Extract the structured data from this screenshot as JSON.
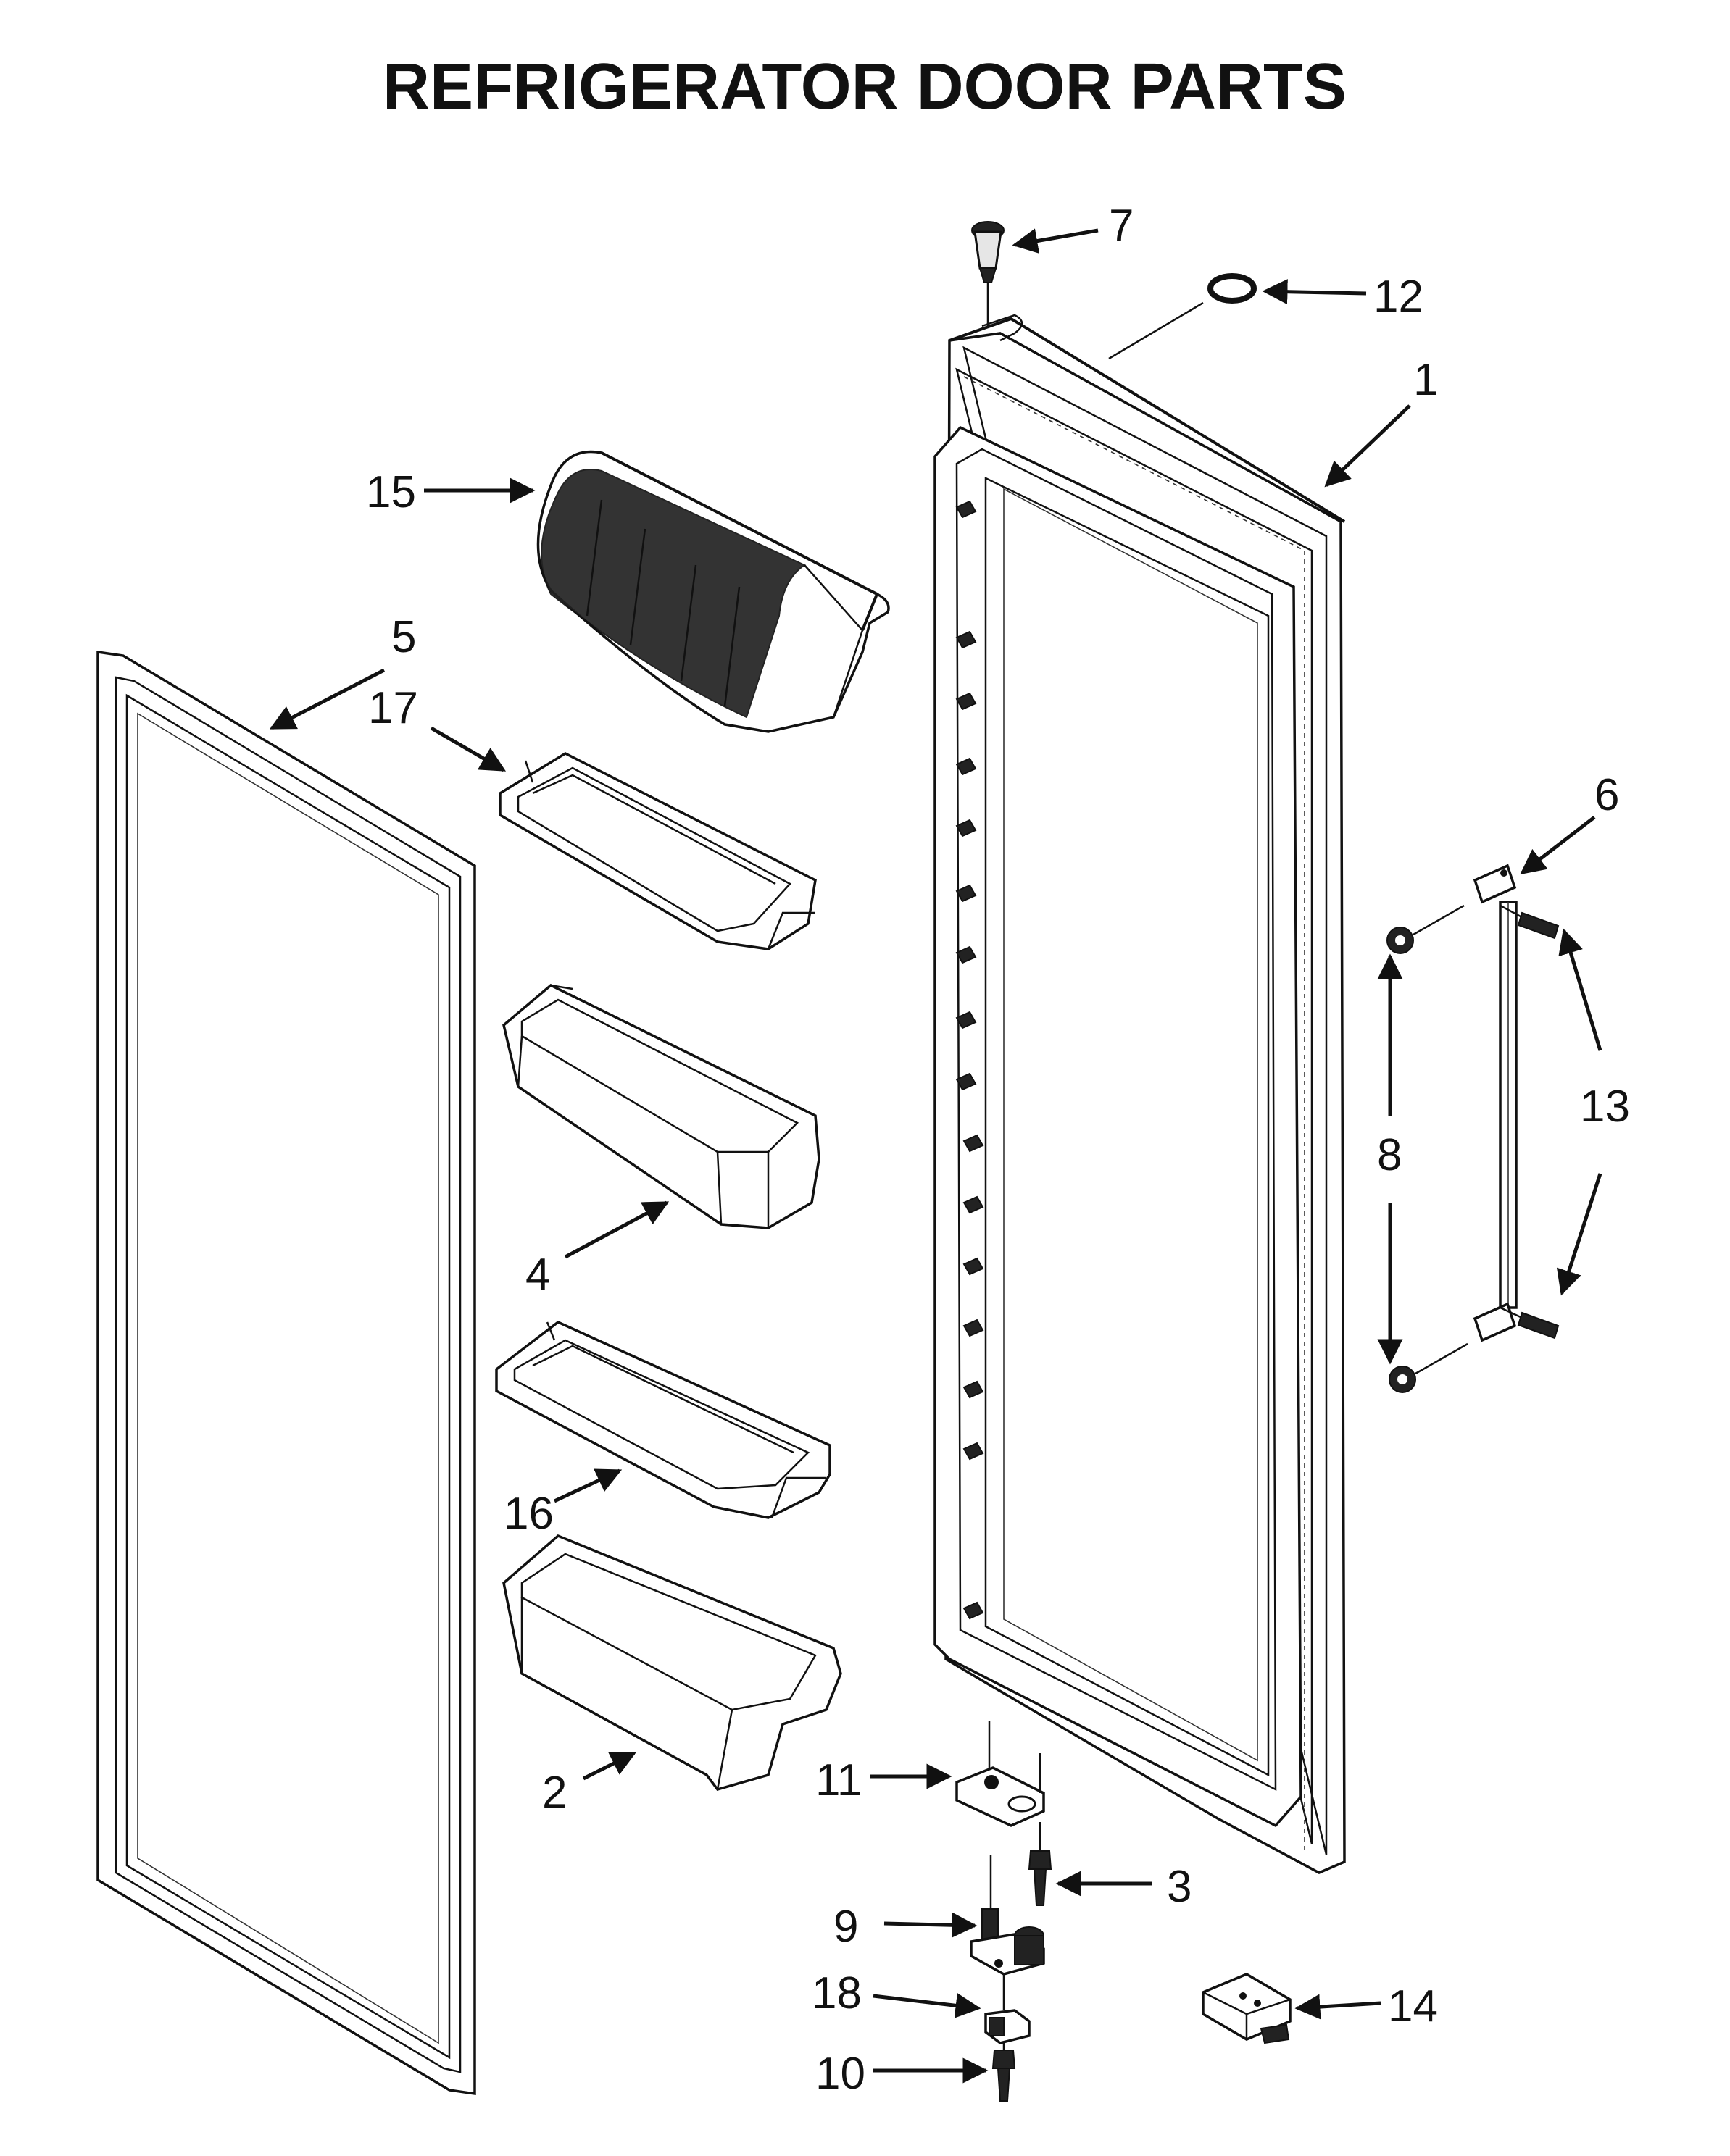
{
  "title": "REFRIGERATOR DOOR PARTS",
  "callouts": {
    "c1": "1",
    "c2": "2",
    "c3": "3",
    "c4": "4",
    "c5": "5",
    "c6": "6",
    "c7": "7",
    "c8": "8",
    "c9": "9",
    "c10": "10",
    "c11": "11",
    "c12": "12",
    "c13": "13",
    "c14": "14",
    "c15": "15",
    "c16": "16",
    "c17": "17",
    "c18": "18"
  }
}
